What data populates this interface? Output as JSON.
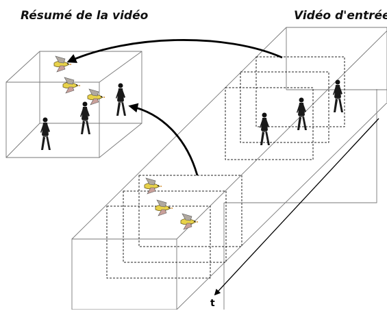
{
  "labels": {
    "summary_title": "Résumé de la vidéo",
    "input_title": "Vidéo d'entrée",
    "time_axis": "t"
  },
  "colors": {
    "ink": "#000000",
    "box_lines": "#777777",
    "bird_body": "#e8d24a",
    "bird_wing": "#b0a9a0"
  },
  "icons": [
    "walking-person-icon",
    "flying-bird-icon"
  ]
}
